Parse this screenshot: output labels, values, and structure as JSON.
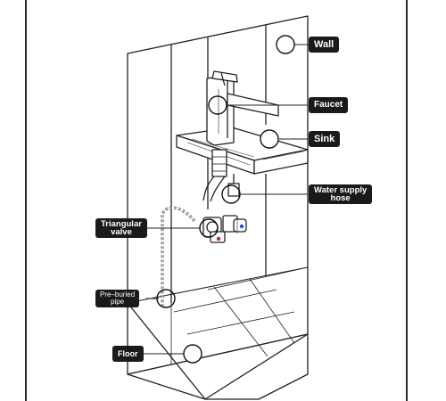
{
  "labels": {
    "wall": "Wall",
    "faucet": "Faucet",
    "sink": "Sink",
    "water_supply_hose": [
      "Water supply",
      "hose"
    ],
    "triangular_valve": [
      "Triangular",
      "valve"
    ],
    "pre_buried_pipe": [
      "Pre–buried",
      "pipe"
    ],
    "floor": "Floor"
  },
  "colors": {
    "label_bg": "#1a1a1a",
    "label_text": "#ffffff",
    "line": "#222222",
    "hot_handle": "#d0202a",
    "cold_handle": "#1f4fc8"
  },
  "icons": [
    "callout-circle-icon"
  ]
}
